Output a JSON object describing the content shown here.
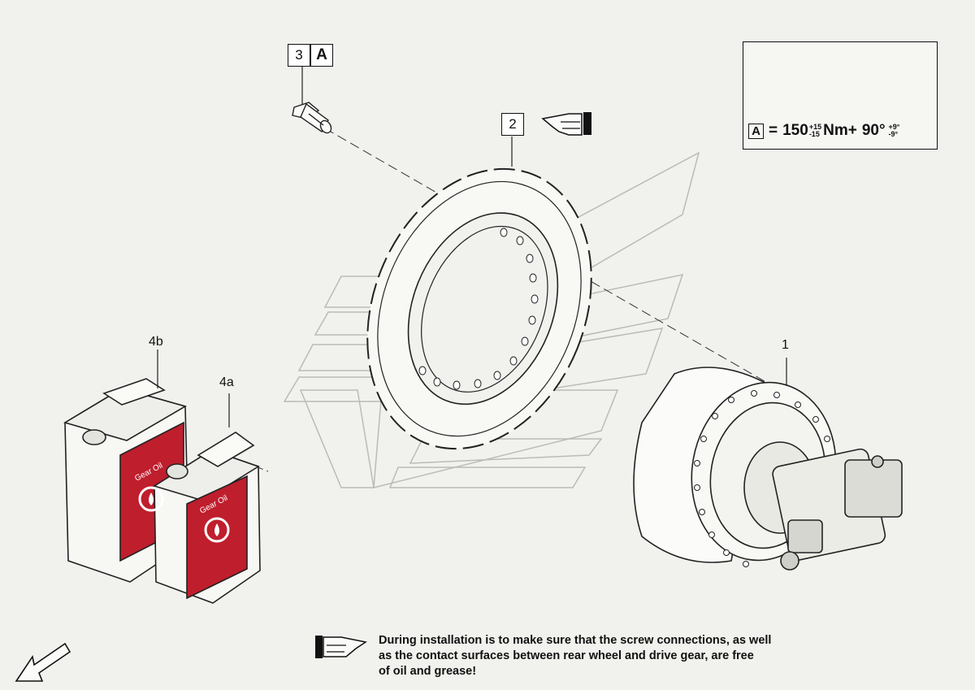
{
  "parts": {
    "p1": "1",
    "p2": "2",
    "p3": "3",
    "p4a": "4a",
    "p4b": "4b",
    "ref_a": "A"
  },
  "torque": {
    "ref": "A",
    "eq": "=",
    "value": "150",
    "tol_plus": "+15",
    "tol_minus": "-15",
    "unit": "Nm+",
    "angle": "90°",
    "angle_tol_plus": "+9°",
    "angle_tol_minus": "-9°"
  },
  "canisters": {
    "label": "Gear Oil"
  },
  "note": {
    "lines": [
      "During installation is to make sure that the screw connections, as well",
      "as the contact surfaces between rear wheel and drive gear, are free",
      "of oil and grease!"
    ]
  },
  "icons": [
    "pointing-hand-icon",
    "wrench-hand-icon",
    "gear-oil-drop-icon",
    "orientation-arrow-icon",
    "watermark-logo"
  ]
}
